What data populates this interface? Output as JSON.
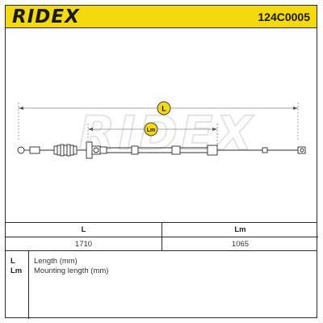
{
  "header": {
    "brand": "RIDEX",
    "part_number": "124C0005"
  },
  "drawing": {
    "dimension_L_label": "L",
    "dimension_Lm_label": "Lm",
    "watermark": "RIDEX"
  },
  "table": {
    "headers": [
      "L",
      "Lm"
    ],
    "values": [
      "1710",
      "1065"
    ]
  },
  "legend": [
    {
      "code": "L",
      "description": "Length (mm)"
    },
    {
      "code": "Lm",
      "description": "Mounting length (mm)"
    }
  ],
  "colors": {
    "header_bg": "#f5d90f",
    "line": "#2b2b2b",
    "label_bg": "#f5d90f"
  }
}
